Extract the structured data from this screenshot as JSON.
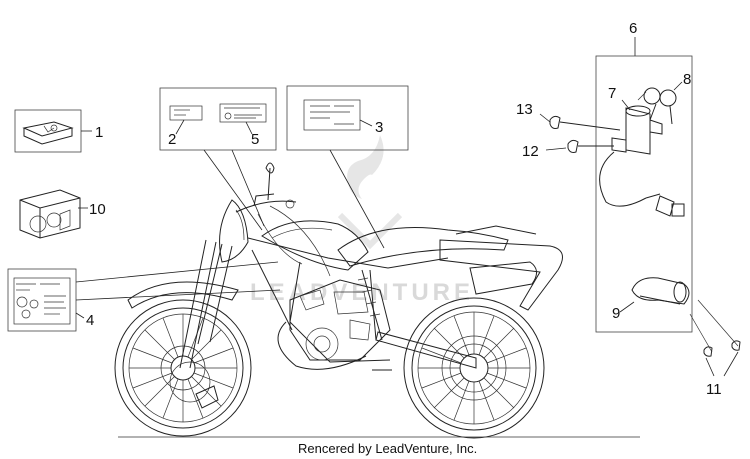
{
  "callouts": {
    "c1": "1",
    "c2": "2",
    "c3": "3",
    "c4": "4",
    "c5": "5",
    "c6": "6",
    "c7": "7",
    "c8": "8",
    "c9": "9",
    "c10": "10",
    "c11": "11",
    "c12": "12",
    "c13": "13"
  },
  "watermark": "LEADVENTURE",
  "footer": "Rencered by LeadVenture, Inc.",
  "colors": {
    "ink": "#222222",
    "watermark": "#d9d9d9"
  }
}
